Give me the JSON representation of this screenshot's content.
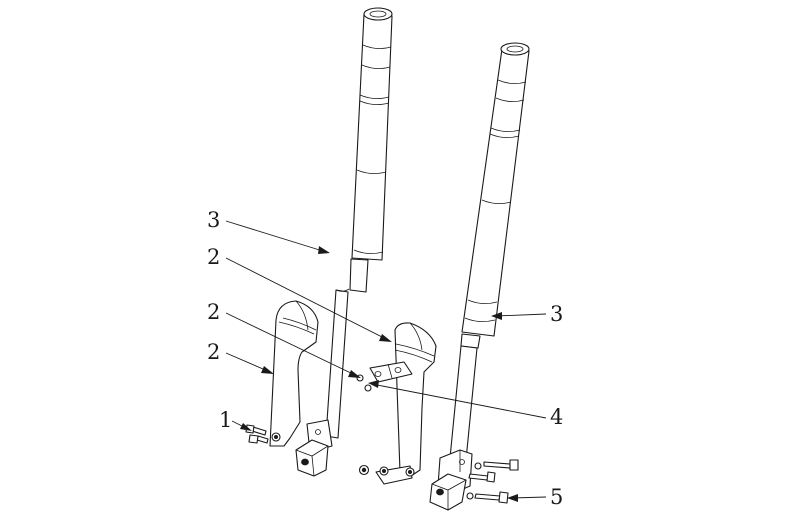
{
  "callouts": [
    {
      "id": "c1",
      "label": "1"
    },
    {
      "id": "c2a",
      "label": "2"
    },
    {
      "id": "c2b",
      "label": "2"
    },
    {
      "id": "c2c",
      "label": "2"
    },
    {
      "id": "c3a",
      "label": "3"
    },
    {
      "id": "c3b",
      "label": "3"
    },
    {
      "id": "c4",
      "label": "4"
    },
    {
      "id": "c5",
      "label": "5"
    }
  ],
  "colors": {
    "line": "#1a1a1a",
    "background": "#ffffff"
  }
}
